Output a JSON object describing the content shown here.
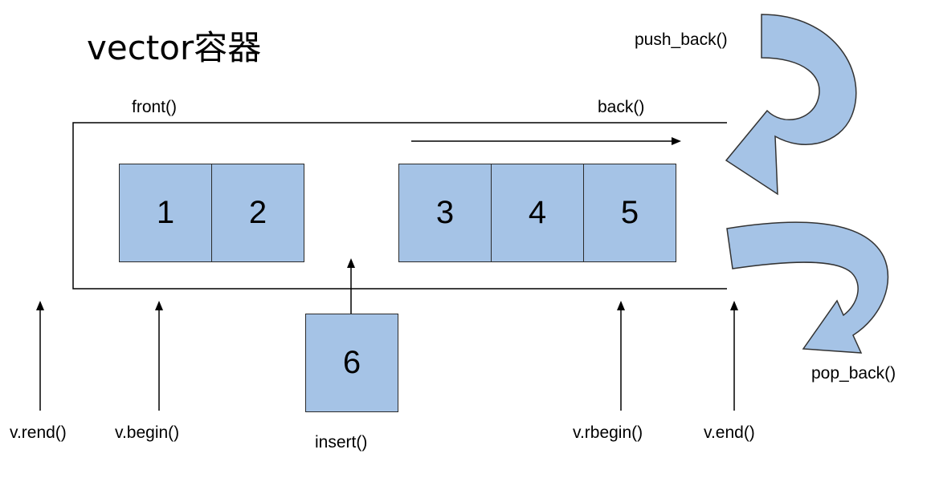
{
  "title": "vector容器",
  "colors": {
    "cell_fill": "#a5c3e6",
    "arrow_fill": "#a5c3e6",
    "line": "#000000"
  },
  "labels": {
    "front": "front()",
    "back": "back()",
    "push_back": "push_back()",
    "pop_back": "pop_back()",
    "rend": "v.rend()",
    "begin": "v.begin()",
    "insert": "insert()",
    "rbegin": "v.rbegin()",
    "end": "v.end()"
  },
  "cells": [
    "1",
    "2",
    "3",
    "4",
    "5"
  ],
  "insert_cell": "6"
}
